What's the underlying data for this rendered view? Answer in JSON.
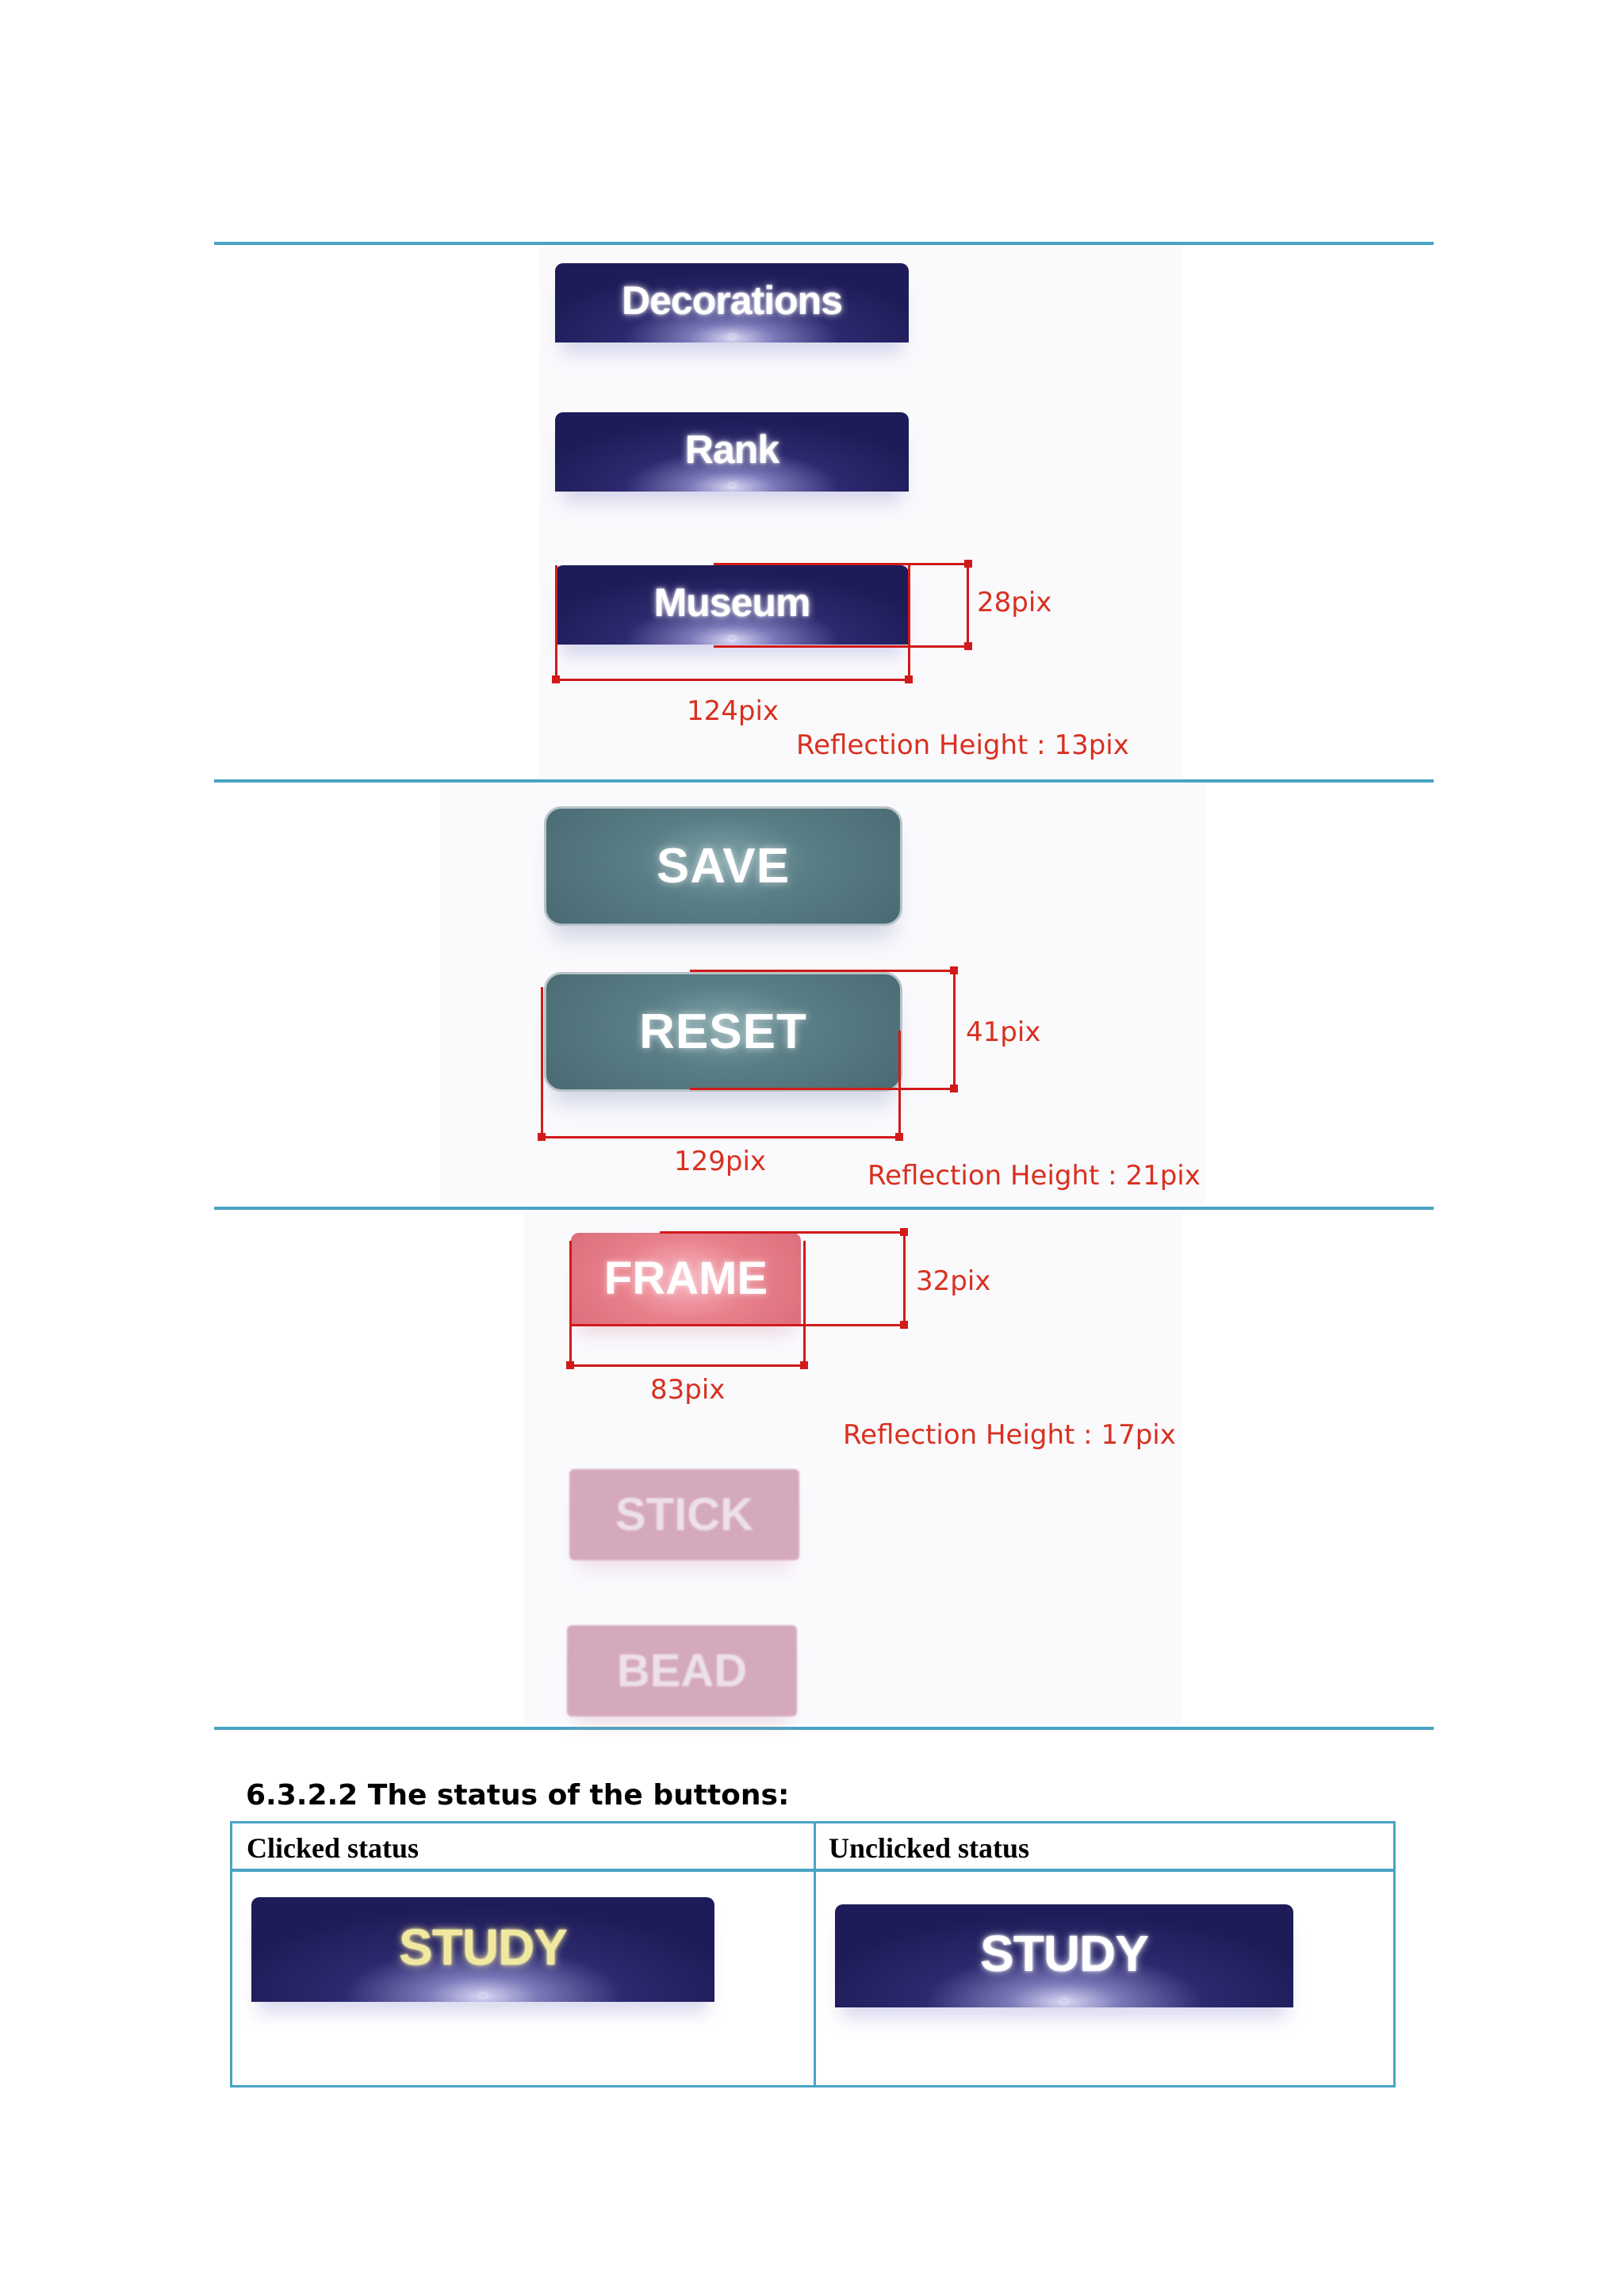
{
  "group_nav": {
    "buttons": [
      "Decorations",
      "Rank",
      "Museum"
    ],
    "height_label": "28pix",
    "width_label": "124pix",
    "reflection_label": "Reflection Height : 13pix"
  },
  "group_action": {
    "buttons": [
      "SAVE",
      "RESET"
    ],
    "height_label": "41pix",
    "width_label": "129pix",
    "reflection_label": "Reflection Height : 21pix"
  },
  "group_tool": {
    "buttons": [
      "FRAME",
      "STICK",
      "BEAD"
    ],
    "height_label": "32pix",
    "width_label": "83pix",
    "reflection_label": "Reflection Height : 17pix"
  },
  "status_section": {
    "heading": "6.3.2.2 The status of the buttons:",
    "columns": [
      "Clicked status",
      "Unclicked status"
    ],
    "clicked_button": "STUDY",
    "unclicked_button": "STUDY"
  },
  "colors": {
    "rule": "#4aa3c4",
    "dimension": "#d11a1a",
    "navy": "#1e1c58",
    "teal": "#5a7e86",
    "pink": "#e8808c"
  }
}
